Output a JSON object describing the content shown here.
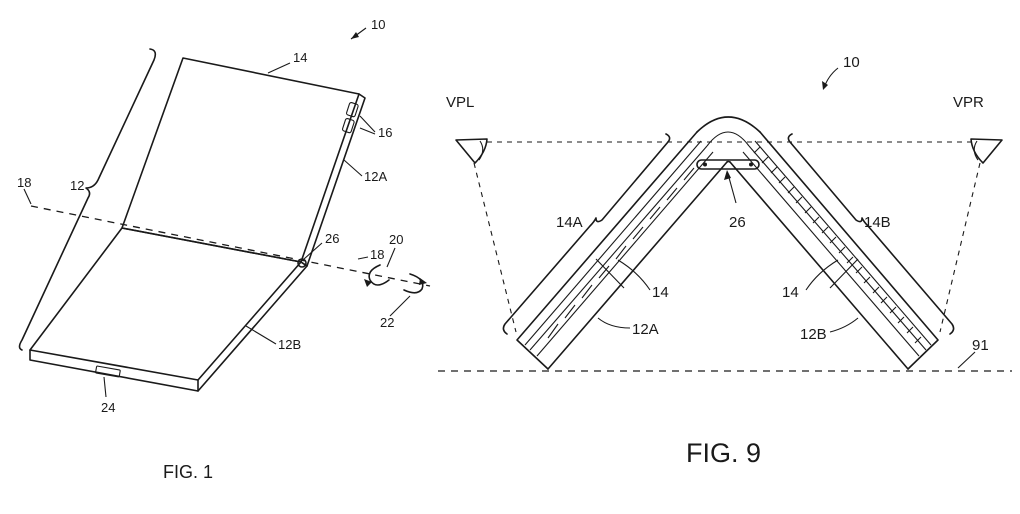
{
  "fig1": {
    "caption": "FIG. 1",
    "labels": {
      "device": "10",
      "display": "14",
      "buttons": "16",
      "housing_a": "12A",
      "housing_b": "12B",
      "bracket": "12",
      "axis_left": "18",
      "axis_right": "18",
      "hinge": "26",
      "rotation_cw": "20",
      "rotation_ccw": "22",
      "port": "24"
    }
  },
  "fig9": {
    "caption": "FIG. 9",
    "labels": {
      "device": "10",
      "viewer_left": "VPL",
      "viewer_right": "VPR",
      "display_left": "14A",
      "display_right": "14B",
      "hinge": "26",
      "display_left_inner": "14",
      "display_right_inner": "14",
      "housing_left": "12A",
      "housing_right": "12B",
      "surface": "91"
    }
  }
}
